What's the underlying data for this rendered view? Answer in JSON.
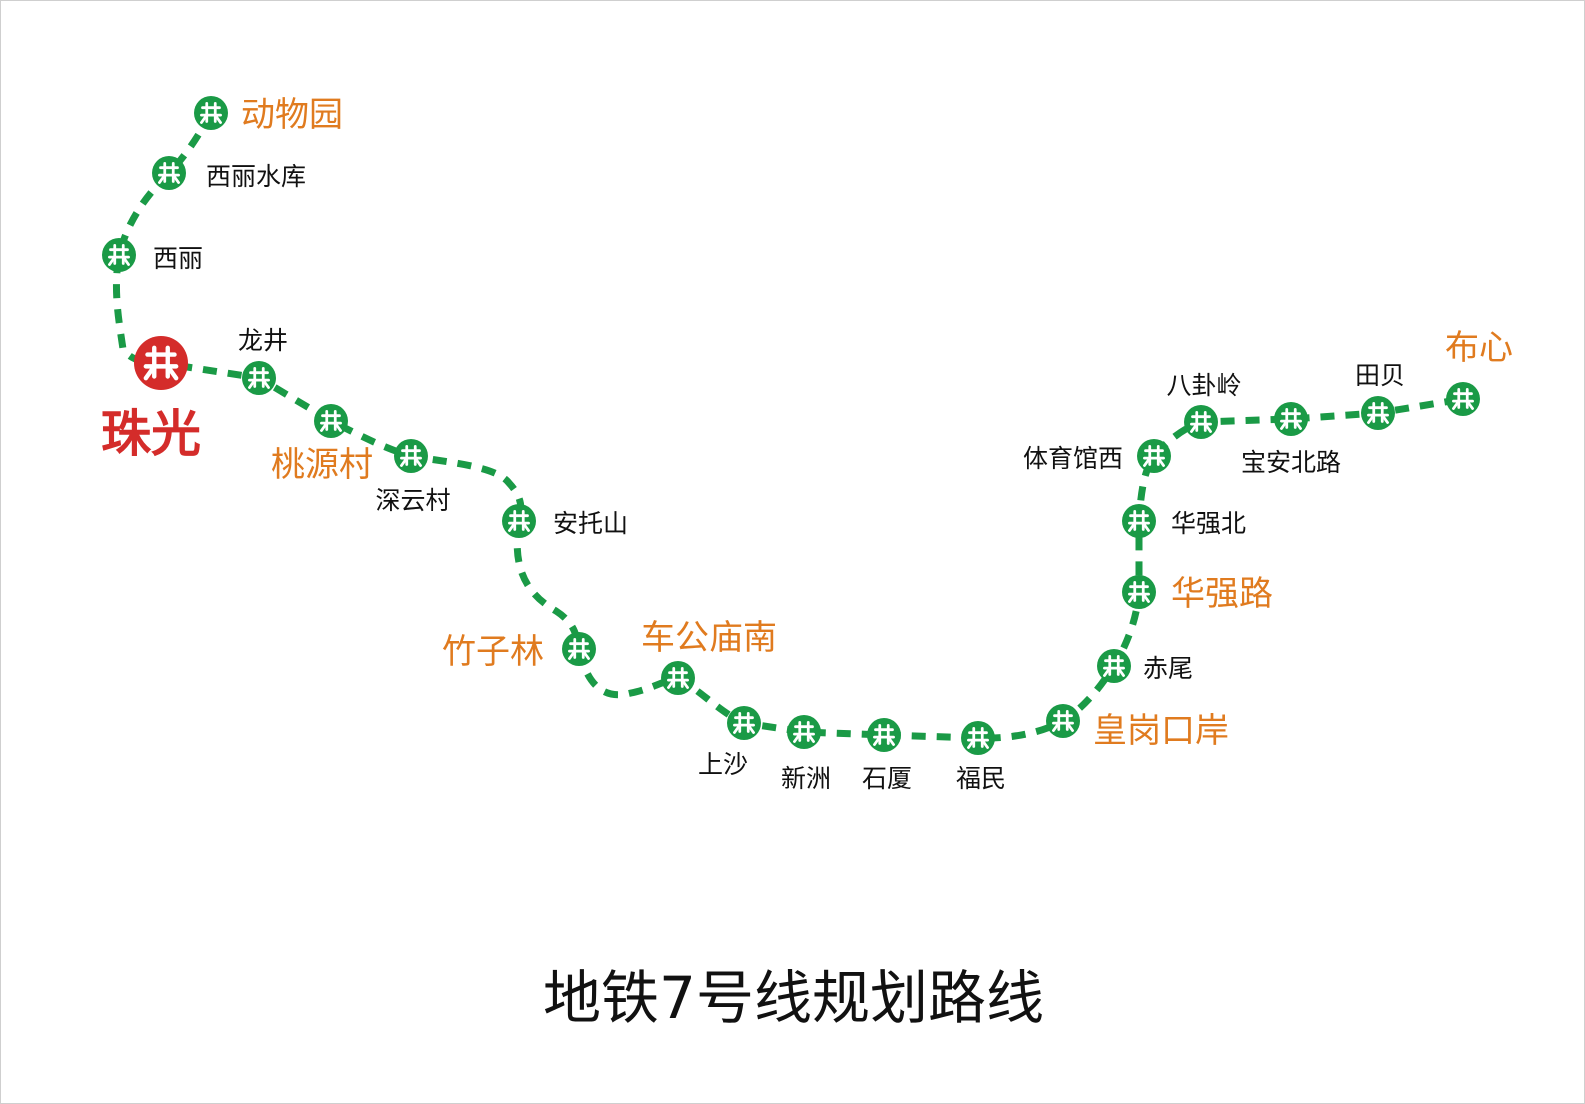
{
  "map": {
    "title": "地铁7号线规划路线",
    "line_color": "#1a9a46",
    "station_color": "#1a9a46",
    "hub_color": "#d42c2a",
    "transfer_label_color": "#e07b1f",
    "label_color": "#111111",
    "station_icon": "shenzhen-metro-logo-icon",
    "stations": [
      {
        "id": "dongwuyuan",
        "name": "动物园",
        "type": "transfer"
      },
      {
        "id": "xilishuiku",
        "name": "西丽水库",
        "type": "regular"
      },
      {
        "id": "xili",
        "name": "西丽",
        "type": "regular"
      },
      {
        "id": "zhuguang",
        "name": "珠光",
        "type": "hub"
      },
      {
        "id": "longjing",
        "name": "龙井",
        "type": "regular"
      },
      {
        "id": "taoyuancun",
        "name": "桃源村",
        "type": "transfer"
      },
      {
        "id": "shenyuncun",
        "name": "深云村",
        "type": "regular"
      },
      {
        "id": "antuoshan",
        "name": "安托山",
        "type": "regular"
      },
      {
        "id": "zhuzilin",
        "name": "竹子林",
        "type": "transfer"
      },
      {
        "id": "chegongmiaonan",
        "name": "车公庙南",
        "type": "transfer"
      },
      {
        "id": "shangsha",
        "name": "上沙",
        "type": "regular"
      },
      {
        "id": "xinzhou",
        "name": "新洲",
        "type": "regular"
      },
      {
        "id": "shixia",
        "name": "石厦",
        "type": "regular"
      },
      {
        "id": "fumin",
        "name": "福民",
        "type": "regular"
      },
      {
        "id": "huanggangkouan",
        "name": "皇岗口岸",
        "type": "transfer"
      },
      {
        "id": "chiwei",
        "name": "赤尾",
        "type": "regular"
      },
      {
        "id": "huaqianglu",
        "name": "华强路",
        "type": "transfer"
      },
      {
        "id": "huaqiangbei",
        "name": "华强北",
        "type": "regular"
      },
      {
        "id": "tiyuguanxi",
        "name": "体育馆西",
        "type": "regular"
      },
      {
        "id": "bagualing",
        "name": "八卦岭",
        "type": "regular"
      },
      {
        "id": "baoanbeilu",
        "name": "宝安北路",
        "type": "regular"
      },
      {
        "id": "tianbei",
        "name": "田贝",
        "type": "regular"
      },
      {
        "id": "buxin",
        "name": "布心",
        "type": "transfer"
      }
    ]
  }
}
